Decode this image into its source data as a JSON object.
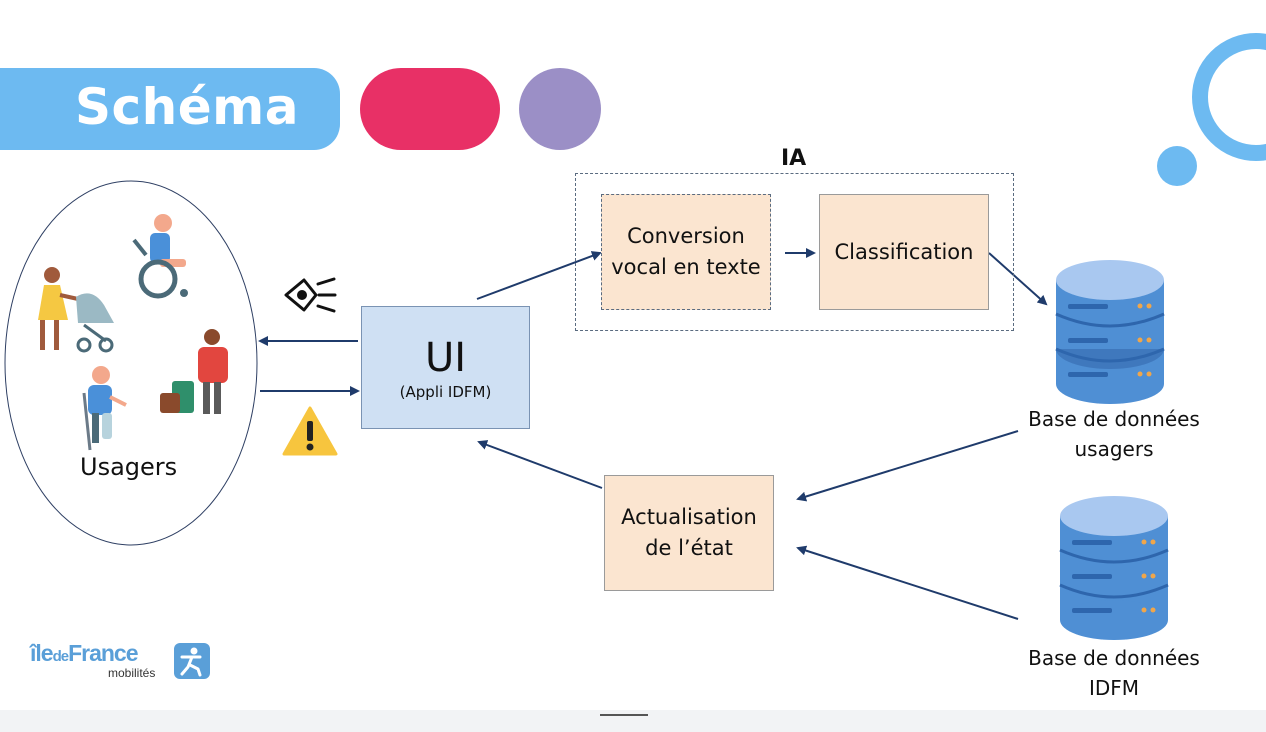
{
  "header": {
    "title": "Schéma"
  },
  "ia": {
    "label": "IA"
  },
  "users": {
    "label": "Usagers"
  },
  "ui": {
    "title": "UI",
    "subtitle": "(Appli IDFM)"
  },
  "conversion": {
    "line1": "Conversion",
    "line2": "vocal en texte"
  },
  "classification": {
    "label": "Classification"
  },
  "actualisation": {
    "line1": "Actualisation",
    "line2": "de l’état"
  },
  "db_users": {
    "line1": "Base de données",
    "line2": "usagers"
  },
  "db_idfm": {
    "line1": "Base de données",
    "line2": "IDFM"
  },
  "icons": [
    "eye-speech-icon",
    "warning-icon",
    "database-icon",
    "people-icon"
  ],
  "colors": {
    "accent_blue": "#6dbaf1",
    "accent_pink": "#e83066",
    "accent_purple": "#9b8fc6",
    "arrow": "#1f3b6b",
    "ui_box": "#cfe0f3",
    "process_box": "#fbe5d0",
    "db_blue": "#4f8fd4"
  },
  "logo": {
    "main_a": "île",
    "main_b": "de",
    "main_c": "France",
    "sub": "mobilités"
  }
}
